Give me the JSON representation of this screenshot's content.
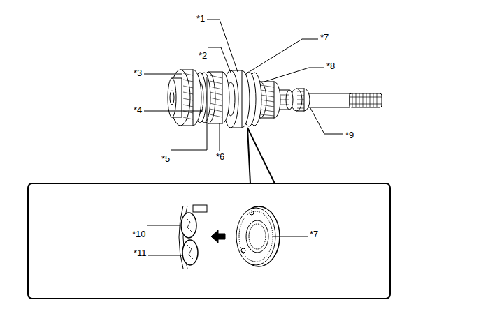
{
  "diagram": {
    "labels": [
      "*1",
      "*7",
      "*2",
      "*8",
      "*3",
      "*4",
      "*9",
      "*5",
      "*6",
      "*10",
      "*11",
      "*7"
    ]
  }
}
